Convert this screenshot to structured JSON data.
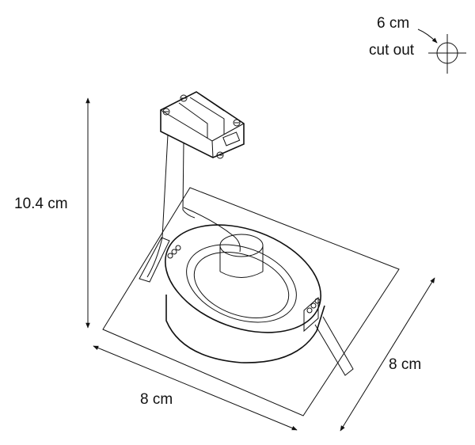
{
  "labels": {
    "cutout_size": "6 cm",
    "cutout_text": "cut out",
    "height": "10.4 cm",
    "width": "8 cm",
    "depth": "8 cm"
  },
  "colors": {
    "ink": "#111111",
    "background": "#ffffff"
  },
  "icons": {
    "cutout_symbol": "crosshair-circle-icon"
  }
}
